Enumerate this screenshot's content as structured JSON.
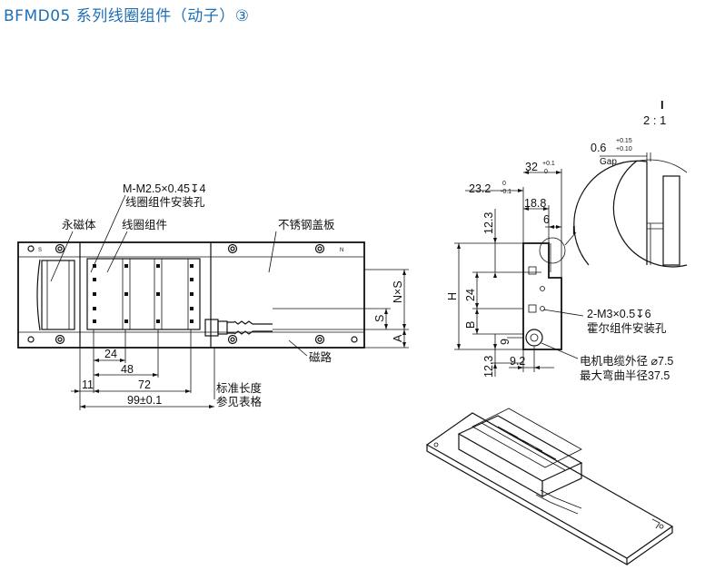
{
  "title": "BFMD05 系列线圈组件（动子）③",
  "front_view": {
    "thread_spec": "M-M2.5×0.45↧4",
    "thread_desc": "线圈组件安装孔",
    "label_magnet": "永磁体",
    "label_coil": "线圈组件",
    "label_cover": "不锈钢盖板",
    "label_path": "磁路",
    "label_std_len_1": "标准长度",
    "label_std_len_2": "参见表格",
    "pole_s": "S",
    "pole_n": "N",
    "dim_24": "24",
    "dim_48": "48",
    "dim_72": "72",
    "dim_11": "11",
    "dim_99": "99±0.1",
    "dim_nxs": "N×S",
    "dim_s": "S",
    "dim_a": "A"
  },
  "side_view": {
    "dim_232": "23.2",
    "dim_232_tol_up": "0",
    "dim_232_tol_low": "-0.1",
    "dim_32": "32",
    "dim_32_tol_up": "+0.1",
    "dim_32_tol_low": "0",
    "dim_188": "18.8",
    "dim_6": "6",
    "dim_123_top": "12.3",
    "dim_h": "H",
    "dim_24": "24",
    "dim_b": "B",
    "dim_9": "9",
    "dim_92": "9.2",
    "dim_123_bot": "12.3",
    "detail_mark": "I",
    "hall_spec": "2-M3×0.5↧6",
    "hall_desc": "霍尔组件安装孔",
    "cable_od": "电机电缆外径 ⌀7.5",
    "bend_radius": "最大弯曲半径37.5"
  },
  "detail": {
    "mark": "I",
    "scale": "2 : 1",
    "gap_value": "0.6",
    "gap_tol_up": "+0.15",
    "gap_tol_low": "+0.10",
    "gap_label": "Gap"
  }
}
